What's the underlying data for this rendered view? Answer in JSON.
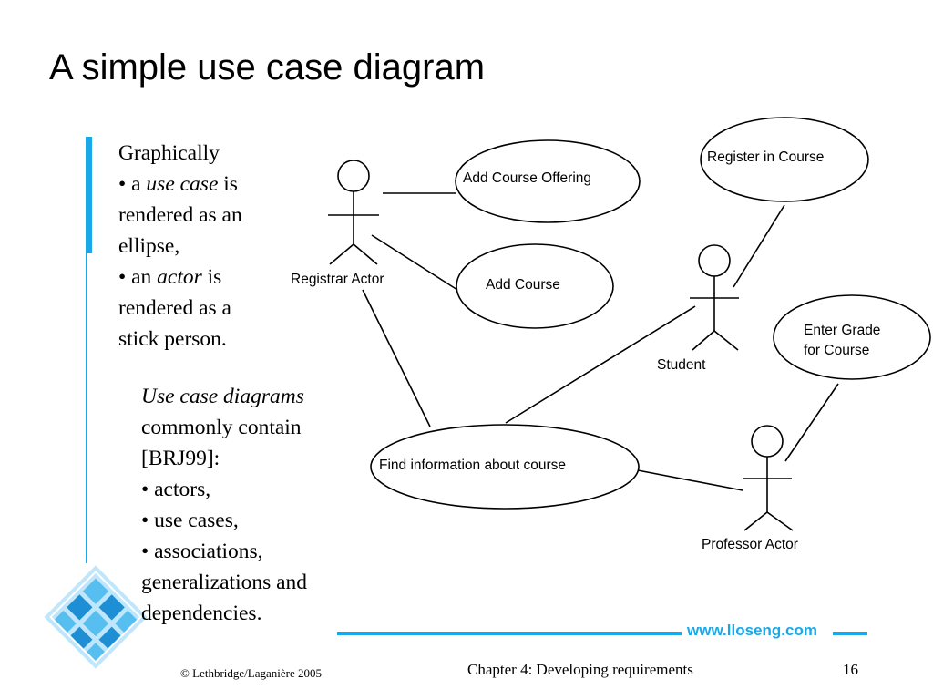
{
  "slide": {
    "title": "A simple use case diagram",
    "left_text": {
      "heading": "Graphically",
      "bullet1_prefix": "• a ",
      "bullet1_term": "use case",
      "bullet1_suffix": " is",
      "bullet1_line2": "rendered as an",
      "bullet1_line3": "ellipse,",
      "bullet2_prefix": "• an ",
      "bullet2_term": "actor",
      "bullet2_suffix": " is",
      "bullet2_line2": "rendered as a",
      "bullet2_line3": "stick person."
    },
    "lower_text": {
      "term": "Use case diagrams",
      "line2": "commonly contain",
      "line3": "[BRJ99]:",
      "items": [
        "• actors,",
        "• use cases,",
        "• associations,",
        "generalizations and",
        "dependencies."
      ]
    },
    "diagram": {
      "actors": {
        "registrar": "Registrar Actor",
        "student": "Student",
        "professor": "Professor Actor"
      },
      "use_cases": {
        "add_course_offering": "Add Course Offering",
        "register_in_course": "Register in Course",
        "add_course": "Add Course",
        "enter_grade_line1": "Enter Grade",
        "enter_grade_line2": "for Course",
        "find_information": "Find information about course"
      }
    },
    "footer": {
      "url": "www.lloseng.com",
      "copyright": "© Lethbridge/Laganière 2005",
      "chapter": "Chapter 4: Developing requirements",
      "page_number": "16"
    },
    "colors": {
      "accent": "#19a8e8",
      "logo_light": "#bfe6fa",
      "logo_mid": "#56bff0",
      "logo_dark": "#1e8fd4"
    }
  }
}
